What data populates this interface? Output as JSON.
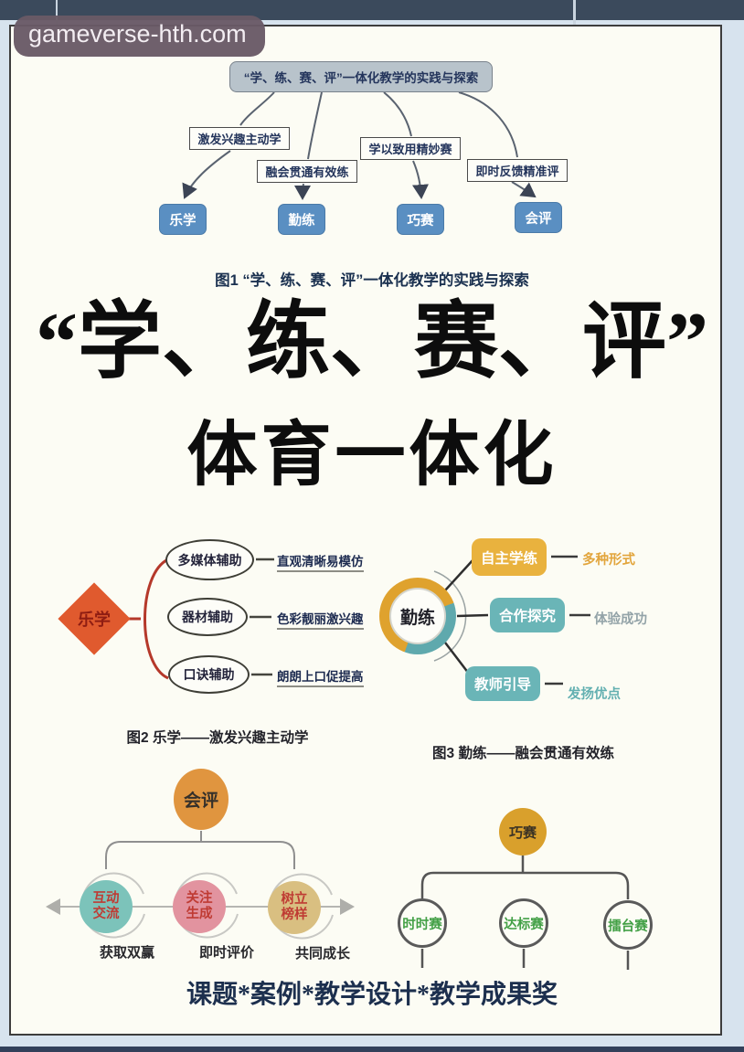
{
  "watermark": {
    "text": "gameverse-hth.com"
  },
  "fig1": {
    "title_box": "“学、练、赛、评”一体化教学的实践与探索",
    "method_labels": [
      "激发兴趣主动学",
      "融会贯通有效练",
      "学以致用精妙赛",
      "即时反馈精准评"
    ],
    "nodes": [
      "乐学",
      "勤练",
      "巧赛",
      "会评"
    ],
    "caption": "图1 “学、练、赛、评”一体化教学的实践与探索"
  },
  "main_title": {
    "line1": "“学、练、赛、评”",
    "line2": "体育一体化"
  },
  "fig2": {
    "center": "乐学",
    "branches": [
      {
        "node": "多媒体辅助",
        "label": "直观清晰易模仿"
      },
      {
        "node": "器材辅助",
        "label": "色彩靓丽激兴趣"
      },
      {
        "node": "口诀辅助",
        "label": "朗朗上口促提高"
      }
    ],
    "caption": "图2 乐学——激发兴趣主动学"
  },
  "fig3": {
    "center": "勤练",
    "branches": [
      {
        "node": "自主学练",
        "label": "多种形式"
      },
      {
        "node": "合作探究",
        "label": "体验成功"
      },
      {
        "node": "教师引导",
        "label": "发扬优点"
      }
    ],
    "caption": "图3 勤练——融会贯通有效练"
  },
  "fig4": {
    "center": "会评",
    "branches": [
      {
        "line1": "互动",
        "line2": "交流",
        "label": "获取双赢"
      },
      {
        "line1": "关注",
        "line2": "生成",
        "label": "即时评价"
      },
      {
        "line1": "树立",
        "line2": "榜样",
        "label": "共同成长"
      }
    ]
  },
  "fig5": {
    "center": "巧赛",
    "branches": [
      "时时赛",
      "达标赛",
      "擂台赛"
    ]
  },
  "footer": {
    "text": "课题*案例*教学设计*教学成果奖"
  },
  "colors": {
    "top_bar": "#3b4a5c",
    "margin_bg": "#d7e3ee",
    "page_bg": "#fcfcf4",
    "watermark_bg": "#695966",
    "node_blue": "#5a8fc2",
    "title_box_gray": "#b8c3cb",
    "diamond_orange": "#e05a2e",
    "ring_orange": "#dfa22e",
    "ring_teal": "#5fa9ad",
    "box_gold": "#e9b23e",
    "box_teal": "#6ab5b7",
    "ellipse_orange": "#e0953f",
    "circle_teal": "#7cc3ba",
    "circle_pink": "#e2939f",
    "circle_tan": "#d9bf81",
    "circle_gold": "#d9a02c",
    "text_green": "#43a046",
    "text_red": "#bf3b33",
    "text_navy": "#24355c",
    "bracket_red": "#b5382a"
  }
}
